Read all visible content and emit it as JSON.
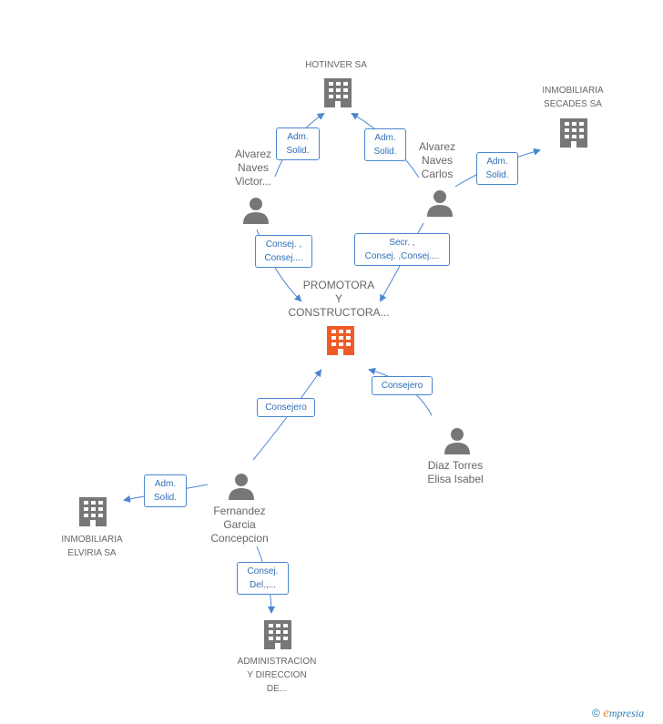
{
  "colors": {
    "company_gray": "#777777",
    "company_highlight": "#f05a28",
    "person_gray": "#777777",
    "edge_blue": "#4a86d1",
    "text_gray": "#666666"
  },
  "nodes": {
    "hotinver": {
      "label": "HOTINVER SA",
      "icon": "building-icon"
    },
    "secades": {
      "label": "INMOBILIARIA\nSECADES SA",
      "icon": "building-icon"
    },
    "victor": {
      "label": "Alvarez\nNaves\nVictor...",
      "icon": "person-icon"
    },
    "carlos": {
      "label": "Alvarez\nNaves\nCarlos",
      "icon": "person-icon"
    },
    "promotora": {
      "label": "PROMOTORA\nY\nCONSTRUCTORA...",
      "icon": "building-icon"
    },
    "diaz": {
      "label": "Diaz Torres\nElisa Isabel",
      "icon": "person-icon"
    },
    "fernandez": {
      "label": "Fernandez\nGarcia\nConcepcion",
      "icon": "person-icon"
    },
    "elviria": {
      "label": "INMOBILIARIA\nELVIRIA SA",
      "icon": "building-icon"
    },
    "administracion": {
      "label": "ADMINISTRACION\nY DIRECCION\nDE...",
      "icon": "building-icon"
    }
  },
  "edges": {
    "victor_hotinver": "Adm.\nSolid.",
    "carlos_hotinver": "Adm.\nSolid.",
    "carlos_secades": "Adm.\nSolid.",
    "victor_promotora": "Consej. ,\nConsej....",
    "carlos_promotora": "Secr. ,\nConsej. ,Consej....",
    "fernandez_promotora": "Consejero",
    "diaz_promotora": "Consejero",
    "fernandez_elviria": "Adm.\nSolid.",
    "fernandez_administracion": "Consej.\nDel.,..."
  },
  "footer": {
    "copyright_symbol": "©",
    "brand_initial": "e",
    "brand_rest": "mpresia"
  }
}
